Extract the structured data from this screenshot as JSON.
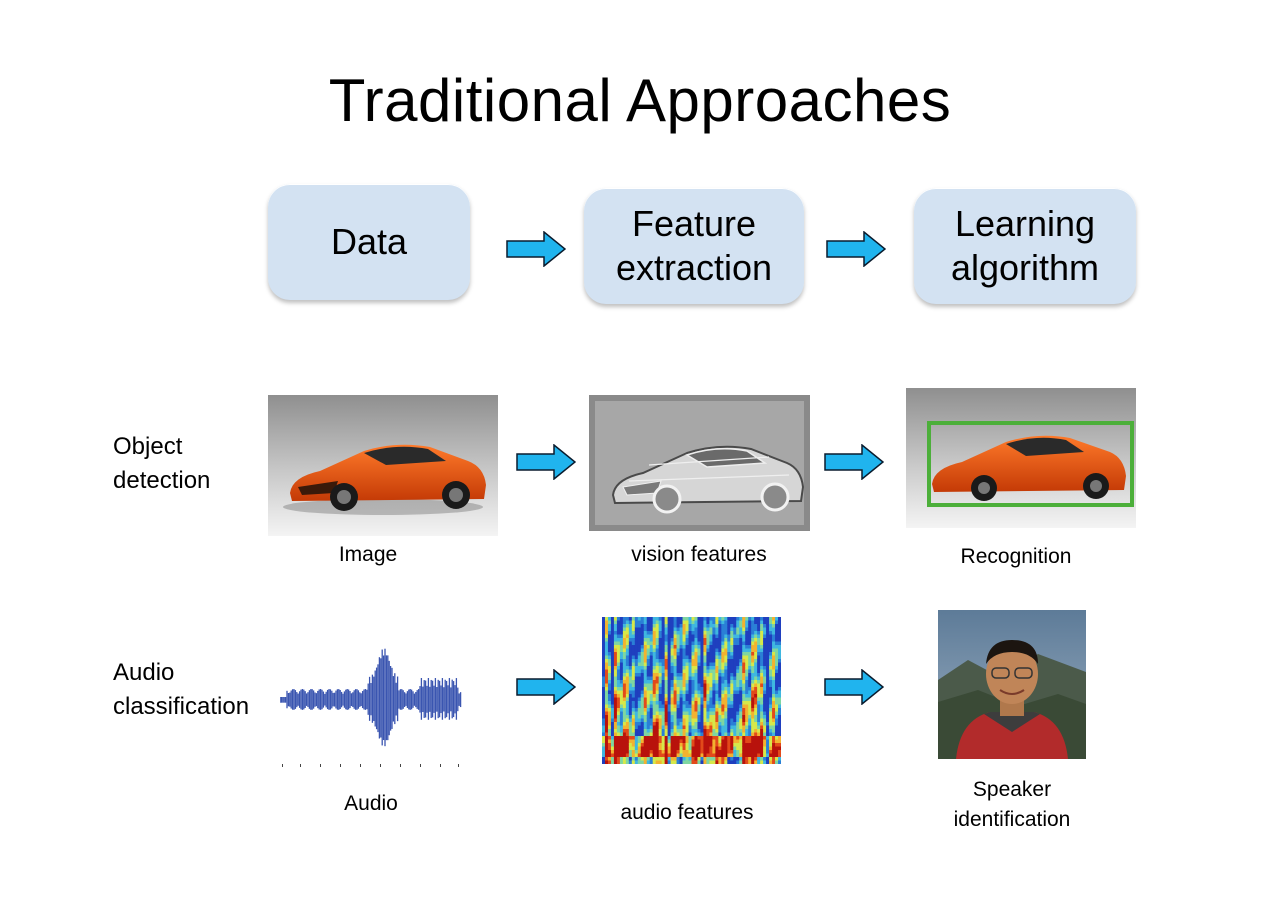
{
  "slide": {
    "title": "Traditional Approaches"
  },
  "pipeline": [
    {
      "label": "Data"
    },
    {
      "label": "Feature\nextraction"
    },
    {
      "label": "Learning\nalgorithm"
    }
  ],
  "rows": [
    {
      "label": "Object\ndetection",
      "captions": [
        "Image",
        "vision features",
        "Recognition"
      ]
    },
    {
      "label": "Audio\nclassification",
      "captions": [
        "Audio",
        "audio features",
        "Speaker\nidentification"
      ]
    }
  ],
  "colors": {
    "box_fill": "#d3e2f2",
    "arrow_fill": "#20b4ee",
    "recognition_box": "#4caf3a",
    "waveform": "#3a55b0"
  }
}
